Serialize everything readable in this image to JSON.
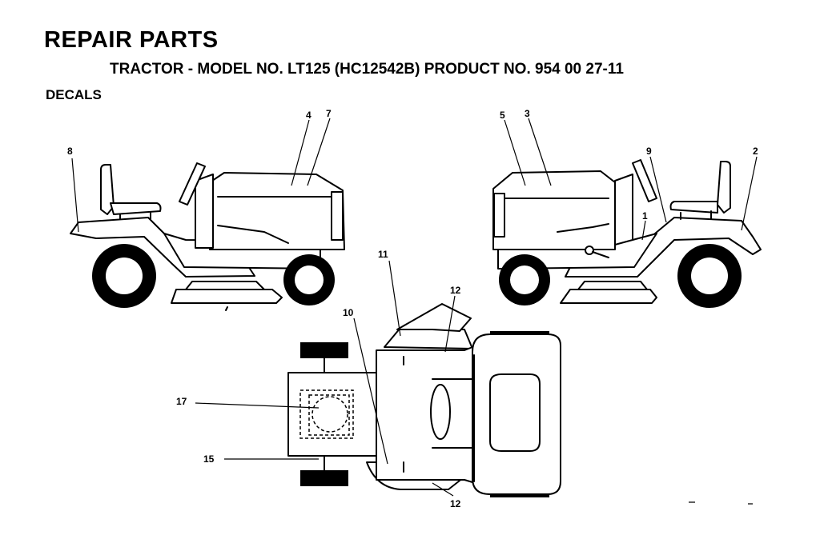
{
  "header": {
    "title": "REPAIR PARTS",
    "subtitle": "TRACTOR - MODEL NO. LT125 (HC12542B) PRODUCT NO. 954 00 27-11",
    "section": "DECALS"
  },
  "callouts": {
    "c1": "1",
    "c2": "2",
    "c3": "3",
    "c4": "4",
    "c5": "5",
    "c7": "7",
    "c8": "8",
    "c9": "9",
    "c10": "10",
    "c11": "11",
    "c12a": "12",
    "c12b": "12",
    "c15": "15",
    "c17": "17"
  }
}
